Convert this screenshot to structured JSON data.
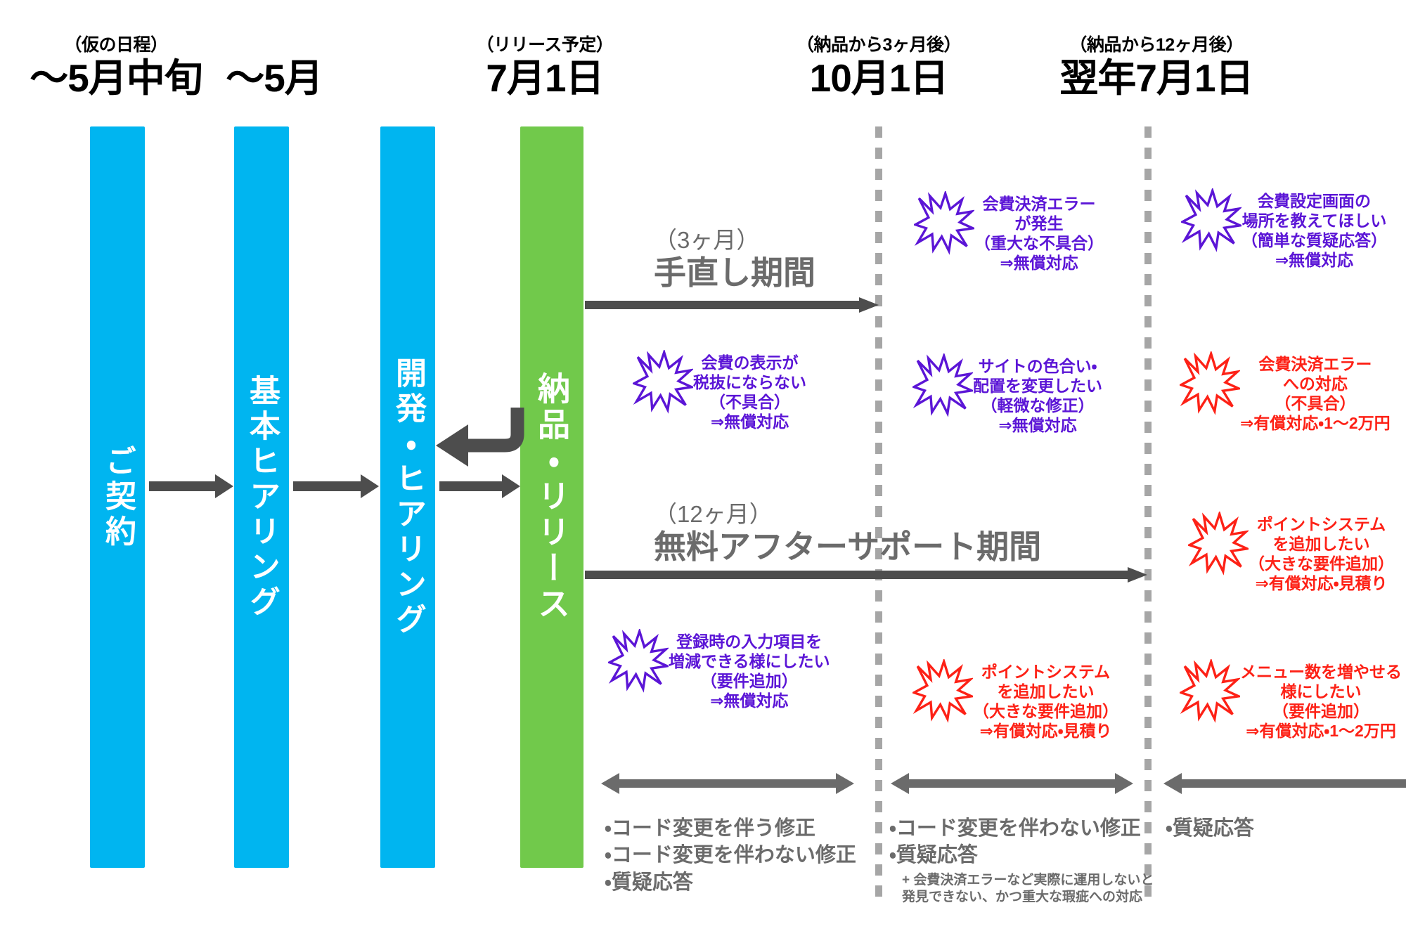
{
  "headers": [
    {
      "sub": "（仮の日程）",
      "main": "〜5月中旬"
    },
    {
      "sub": "",
      "main": "〜5月"
    },
    {
      "sub": "（リリース予定）",
      "main": "7月1日"
    },
    {
      "sub": "（納品から3ヶ月後）",
      "main": "10月1日"
    },
    {
      "sub": "（納品から12ヶ月後）",
      "main": "翌年7月1日"
    }
  ],
  "phases": [
    {
      "label": "ご契約",
      "color": "#00b5f0"
    },
    {
      "label": "基本ヒアリング",
      "color": "#00b5f0"
    },
    {
      "label": "開発・ヒアリング",
      "color": "#00b5f0"
    },
    {
      "label": "納品・リリース",
      "color": "#71c94b"
    }
  ],
  "periods": [
    {
      "sub": "（3ヶ月）",
      "main": "手直し期間"
    },
    {
      "sub": "（12ヶ月）",
      "main": "無料アフターサポート期間"
    }
  ],
  "notes": [
    {
      "color": "purple",
      "lines": [
        "会費決済エラー",
        "が発生",
        "（重大な不具合）",
        "⇒無償対応"
      ]
    },
    {
      "color": "purple",
      "lines": [
        "会費設定画面の",
        "場所を教えてほしい",
        "（簡単な質疑応答）",
        "⇒無償対応"
      ]
    },
    {
      "color": "purple",
      "lines": [
        "会費の表示が",
        "税抜にならない",
        "（不具合）",
        "⇒無償対応"
      ]
    },
    {
      "color": "purple",
      "lines": [
        "サイトの色合い・",
        "配置を変更したい",
        "（軽微な修正）",
        "⇒無償対応"
      ]
    },
    {
      "color": "red",
      "lines": [
        "会費決済エラー",
        "への対応",
        "（不具合）",
        "⇒有償対応・1〜2万円"
      ]
    },
    {
      "color": "red",
      "lines": [
        "ポイントシステム",
        "を追加したい",
        "（大きな要件追加）",
        "⇒有償対応・見積り"
      ]
    },
    {
      "color": "purple",
      "lines": [
        "登録時の入力項目を",
        "増減できる様にしたい",
        "（要件追加）",
        "⇒無償対応"
      ]
    },
    {
      "color": "red",
      "lines": [
        "ポイントシステム",
        "を追加したい",
        "（大きな要件追加）",
        "⇒有償対応・見積り"
      ]
    },
    {
      "color": "red",
      "lines": [
        "メニュー数を増やせる",
        "様にしたい",
        "（要件追加）",
        "⇒有償対応・1〜2万円"
      ]
    }
  ],
  "legends": [
    {
      "items": [
        "・コード変更を伴う修正",
        "・コード変更を伴わない修正",
        "・質疑応答"
      ],
      "note": ""
    },
    {
      "items": [
        "・コード変更を伴わない修正",
        "・質疑応答"
      ],
      "note": "+ 会費決済エラーなど実際に運用しないと\n発見できない、かつ重大な瑕疵への対応"
    },
    {
      "items": [
        "・質疑応答"
      ],
      "note": ""
    }
  ],
  "colors": {
    "phase_blue": "#00b5f0",
    "phase_green": "#71c94b",
    "arrow_gray": "#4d4d4d",
    "legend_gray": "#6b6b6b",
    "dash_gray": "#a6a6a6",
    "note_purple": "#5b15d6",
    "note_red": "#fd2116"
  }
}
